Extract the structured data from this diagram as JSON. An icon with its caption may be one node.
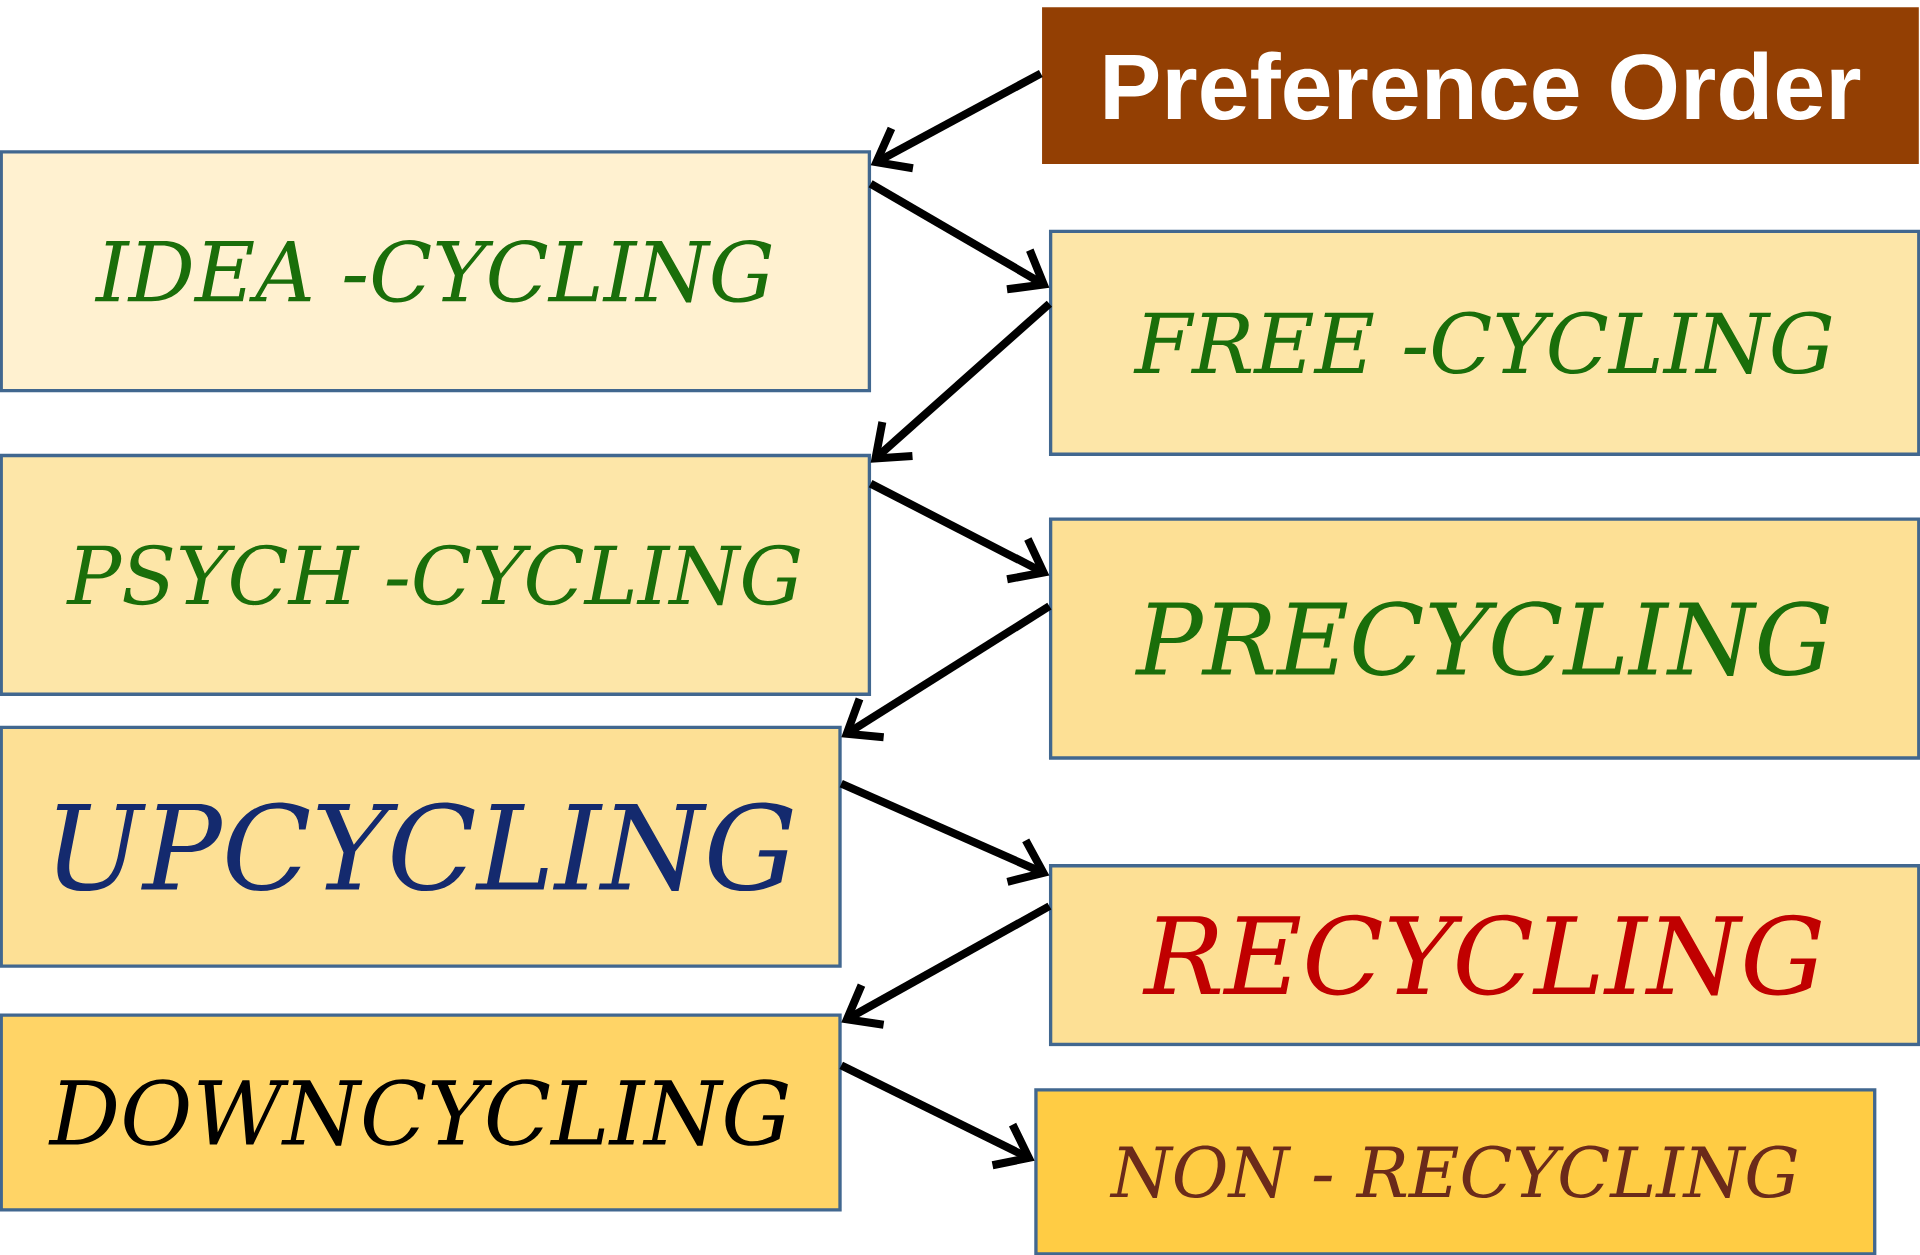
{
  "diagram": {
    "nodes": [
      {
        "text": [
          "Preference Order"
        ]
      },
      {
        "text": [
          "IDEA -CYCLING"
        ]
      },
      {
        "text": [
          "FREE -CYCLING"
        ]
      },
      {
        "text": [
          "PSYCH -CYCLING"
        ]
      },
      {
        "text": [
          "PRECYCLING"
        ]
      },
      {
        "text": [
          "UPCYCLING"
        ]
      },
      {
        "text": [
          "RECYCLING"
        ]
      },
      {
        "text": [
          "DOWNCYCLING"
        ]
      },
      {
        "text": [
          "NON - RECYCLING"
        ]
      }
    ],
    "edges": [
      {
        "from": 0,
        "to": 1,
        "arrow": "to"
      },
      {
        "from": 1,
        "to": 2,
        "arrow": "to"
      },
      {
        "from": 2,
        "to": 3,
        "arrow": "to"
      },
      {
        "from": 3,
        "to": 4,
        "arrow": "to"
      },
      {
        "from": 4,
        "to": 5,
        "arrow": "to"
      },
      {
        "from": 5,
        "to": 6,
        "arrow": "to"
      },
      {
        "from": 6,
        "to": 7,
        "arrow": "to"
      },
      {
        "from": 7,
        "to": 8,
        "arrow": "to"
      }
    ]
  }
}
